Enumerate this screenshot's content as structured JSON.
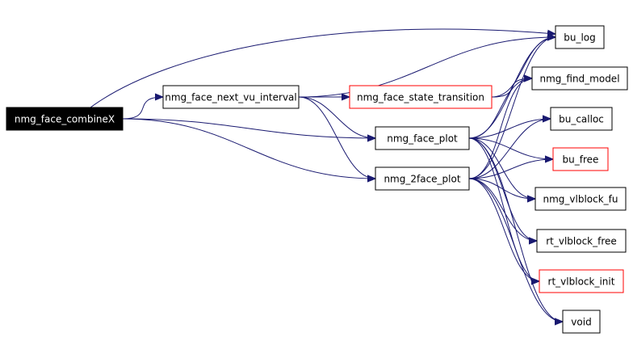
{
  "colors": {
    "edge": "#191970",
    "border_default": "#000000",
    "border_external": "#ff0000",
    "root_fill": "#000000",
    "root_text": "#ffffff"
  },
  "nodes": [
    {
      "id": "combine",
      "label": "nmg_face_combineX",
      "style": "root"
    },
    {
      "id": "next_vu",
      "label": "nmg_face_next_vu_interval",
      "style": "default"
    },
    {
      "id": "state_tr",
      "label": "nmg_face_state_transition",
      "style": "external"
    },
    {
      "id": "face_plot",
      "label": "nmg_face_plot",
      "style": "default"
    },
    {
      "id": "face2_plot",
      "label": "nmg_2face_plot",
      "style": "default"
    },
    {
      "id": "bu_log",
      "label": "bu_log",
      "style": "default"
    },
    {
      "id": "find_model",
      "label": "nmg_find_model",
      "style": "default"
    },
    {
      "id": "bu_calloc",
      "label": "bu_calloc",
      "style": "default"
    },
    {
      "id": "bu_free",
      "label": "bu_free",
      "style": "external"
    },
    {
      "id": "vlblock_fu",
      "label": "nmg_vlblock_fu",
      "style": "default"
    },
    {
      "id": "vlblock_free",
      "label": "rt_vlblock_free",
      "style": "default"
    },
    {
      "id": "vlblock_init",
      "label": "rt_vlblock_init",
      "style": "external"
    },
    {
      "id": "void",
      "label": "void",
      "style": "default"
    }
  ],
  "edges": [
    {
      "from": "combine",
      "to": "bu_log"
    },
    {
      "from": "combine",
      "to": "next_vu"
    },
    {
      "from": "combine",
      "to": "face_plot"
    },
    {
      "from": "combine",
      "to": "face2_plot"
    },
    {
      "from": "next_vu",
      "to": "bu_log"
    },
    {
      "from": "next_vu",
      "to": "state_tr"
    },
    {
      "from": "next_vu",
      "to": "face_plot"
    },
    {
      "from": "next_vu",
      "to": "face2_plot"
    },
    {
      "from": "state_tr",
      "to": "bu_log"
    },
    {
      "from": "state_tr",
      "to": "find_model"
    },
    {
      "from": "face_plot",
      "to": "bu_log"
    },
    {
      "from": "face_plot",
      "to": "find_model"
    },
    {
      "from": "face_plot",
      "to": "bu_calloc"
    },
    {
      "from": "face_plot",
      "to": "bu_free"
    },
    {
      "from": "face_plot",
      "to": "vlblock_fu"
    },
    {
      "from": "face_plot",
      "to": "vlblock_free"
    },
    {
      "from": "face_plot",
      "to": "vlblock_init"
    },
    {
      "from": "face_plot",
      "to": "void"
    },
    {
      "from": "face2_plot",
      "to": "bu_log"
    },
    {
      "from": "face2_plot",
      "to": "find_model"
    },
    {
      "from": "face2_plot",
      "to": "bu_calloc"
    },
    {
      "from": "face2_plot",
      "to": "bu_free"
    },
    {
      "from": "face2_plot",
      "to": "vlblock_fu"
    },
    {
      "from": "face2_plot",
      "to": "vlblock_free"
    },
    {
      "from": "face2_plot",
      "to": "vlblock_init"
    },
    {
      "from": "face2_plot",
      "to": "void"
    }
  ]
}
